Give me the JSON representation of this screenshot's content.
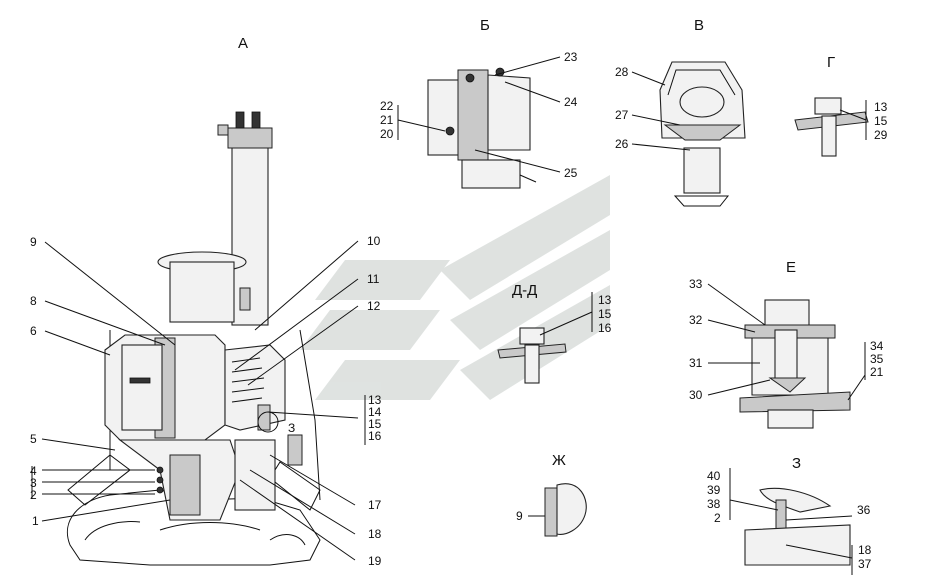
{
  "views": {
    "A": "А",
    "B": "Б",
    "V": "В",
    "G": "Г",
    "DD": "Д-Д",
    "E": "Е",
    "ZH": "Ж",
    "Z": "З",
    "Z_marker": "З"
  },
  "callouts": {
    "main": [
      "9",
      "8",
      "6",
      "5",
      "4",
      "3",
      "2",
      "1",
      "10",
      "11",
      "12",
      "13",
      "14",
      "15",
      "16",
      "17",
      "18",
      "19"
    ],
    "view_b": [
      "22",
      "21",
      "20",
      "23",
      "24",
      "25"
    ],
    "view_v": [
      "28",
      "27",
      "26"
    ],
    "view_g": [
      "13",
      "15",
      "29"
    ],
    "view_dd": [
      "13",
      "15",
      "16"
    ],
    "view_e": [
      "33",
      "32",
      "31",
      "30",
      "34",
      "35",
      "21"
    ],
    "view_zh": [
      "9"
    ],
    "view_z": [
      "40",
      "39",
      "38",
      "2",
      "36",
      "18",
      "37"
    ]
  },
  "colors": {
    "watermark": "#c5ccc8",
    "line": "#111111"
  }
}
